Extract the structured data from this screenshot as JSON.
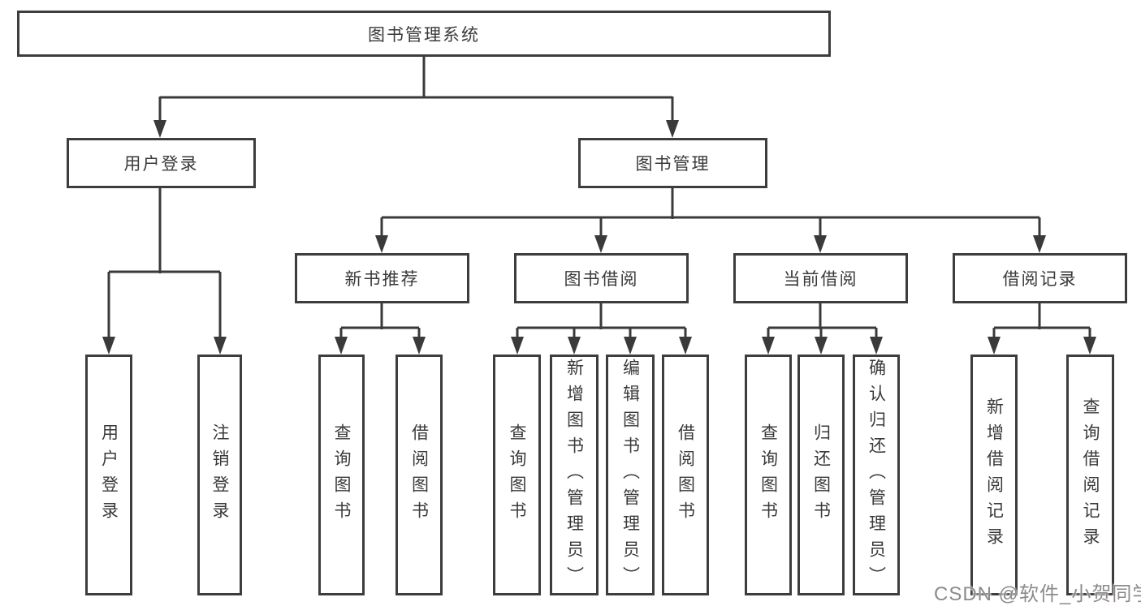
{
  "tree": {
    "label": "图书管理系统",
    "children": [
      {
        "label": "用户登录",
        "children": [
          {
            "label": "用户登录"
          },
          {
            "label": "注销登录"
          }
        ]
      },
      {
        "label": "图书管理",
        "children": [
          {
            "label": "新书推荐",
            "children": [
              {
                "label": "查询图书"
              },
              {
                "label": "借阅图书"
              }
            ]
          },
          {
            "label": "图书借阅",
            "children": [
              {
                "label": "查询图书"
              },
              {
                "label": "新增图书（管理员）"
              },
              {
                "label": "编辑图书（管理员）"
              },
              {
                "label": "借阅图书"
              }
            ]
          },
          {
            "label": "当前借阅",
            "children": [
              {
                "label": "查询图书"
              },
              {
                "label": "归还图书"
              },
              {
                "label": "确认归还（管理员）"
              }
            ]
          },
          {
            "label": "借阅记录",
            "children": [
              {
                "label": "新增借阅记录"
              },
              {
                "label": "查询借阅记录"
              }
            ]
          }
        ]
      }
    ]
  },
  "watermark": {
    "text": "CSDN @软件_小贺同学"
  },
  "colors": {
    "line": "#3a3a3a",
    "box_border": "#3d3d3d",
    "text": "#3a3a3a",
    "background": "#ffffff",
    "watermark": "#8f8a8a"
  }
}
